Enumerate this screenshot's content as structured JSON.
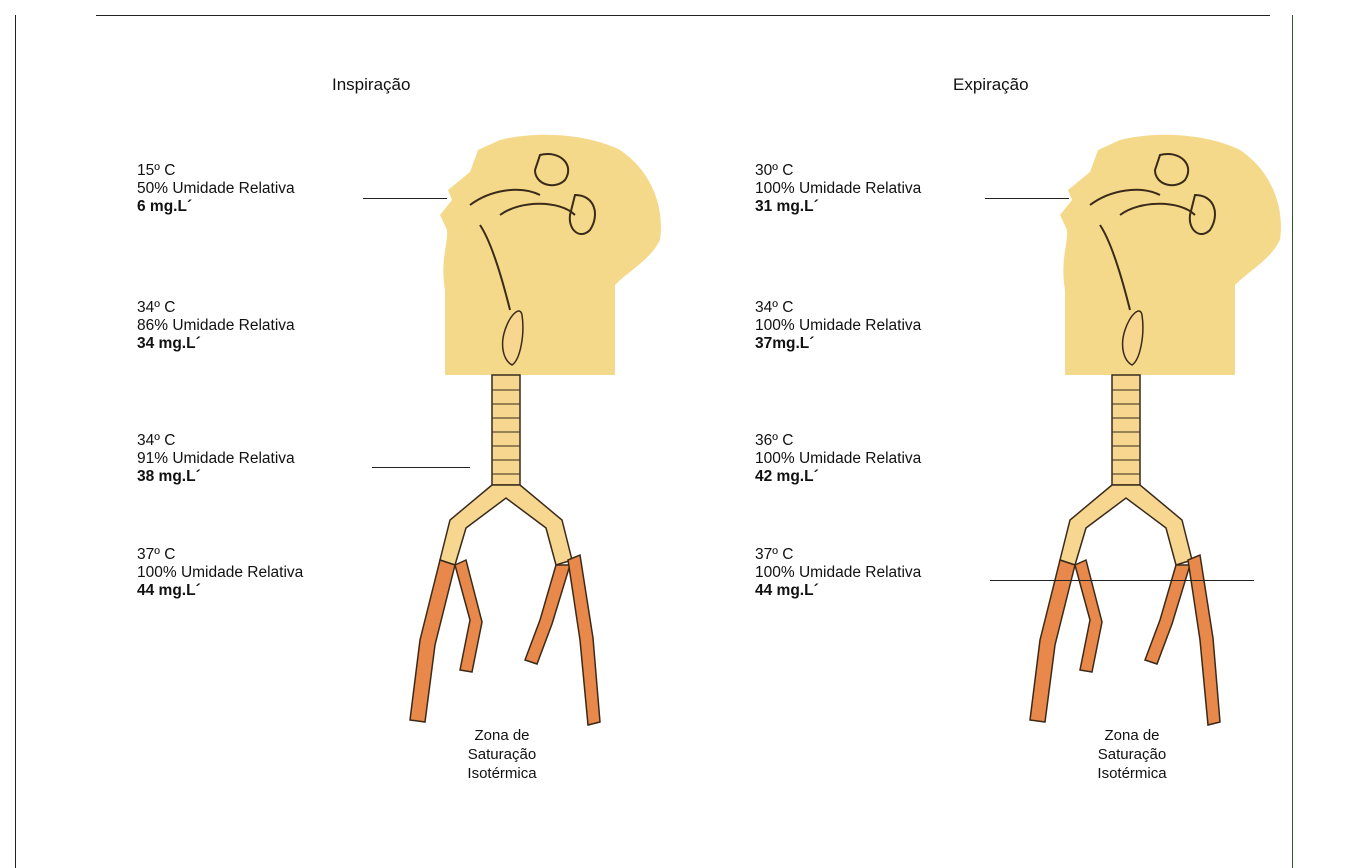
{
  "panels": [
    {
      "title": "Inspiração",
      "levels": [
        {
          "temp": "15º C",
          "humidity": "50% Umidade Relativa",
          "content": "6  mg.L´"
        },
        {
          "temp": "34º C",
          "humidity": "86% Umidade Relativa",
          "content": "34 mg.L´"
        },
        {
          "temp": "34º C",
          "humidity": "91% Umidade Relativa",
          "content": "38 mg.L´"
        },
        {
          "temp": "37º C",
          "humidity": "100% Umidade Relativa",
          "content": "44 mg.L´"
        }
      ],
      "zone": [
        "Zona de",
        "Saturação",
        "Isotérmica"
      ]
    },
    {
      "title": "Expiração",
      "levels": [
        {
          "temp": "30º C",
          "humidity": "100% Umidade Relativa",
          "content": "31 mg.L´"
        },
        {
          "temp": "34º C",
          "humidity": "100% Umidade Relativa",
          "content": "37mg.L´"
        },
        {
          "temp": "36º C",
          "humidity": "100% Umidade Relativa",
          "content": "42 mg.L´"
        },
        {
          "temp": "37º C",
          "humidity": "100% Umidade Relativa",
          "content": "44 mg.L´"
        }
      ],
      "zone": [
        "Zona de",
        "Saturação",
        "Isotérmica"
      ]
    }
  ],
  "colors": {
    "head_fill": "#f5d98a",
    "upper_airway_fill": "#f7d690",
    "lower_airway_fill": "#e8884a",
    "outline": "#3a2a1a"
  }
}
